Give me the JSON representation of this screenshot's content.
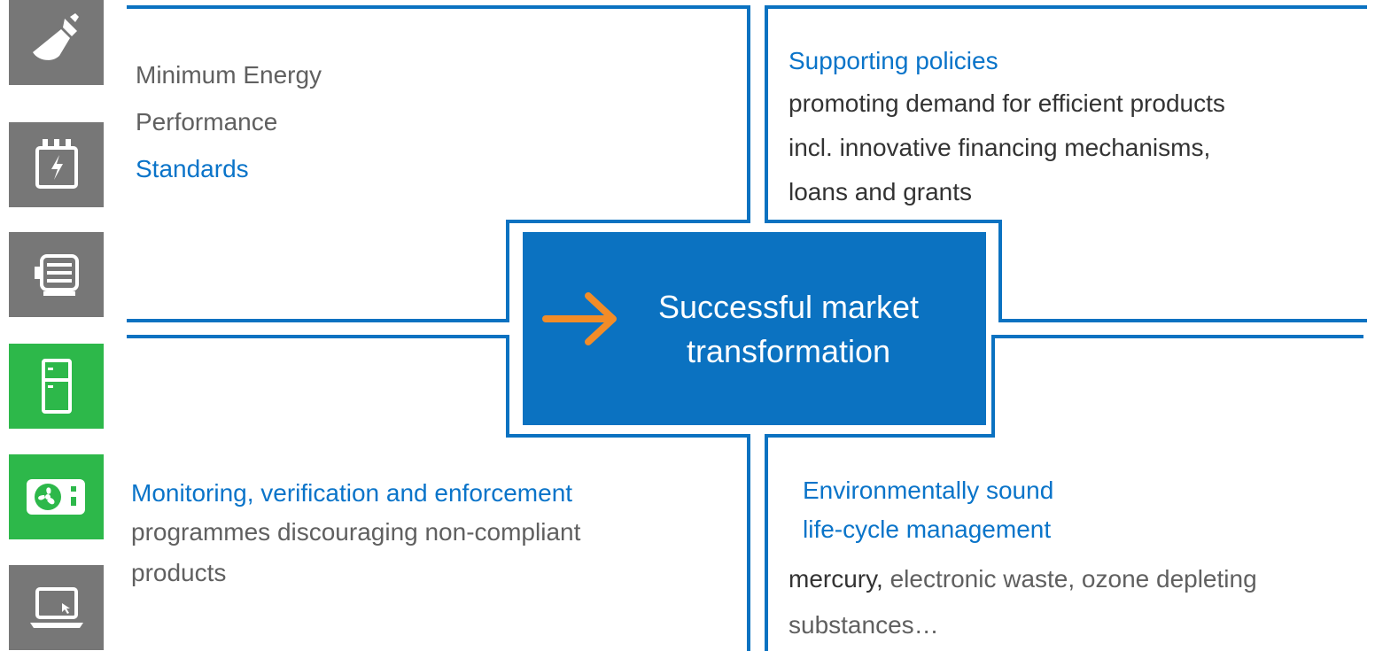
{
  "icons": [
    {
      "name": "lamp-icon",
      "style": "gray"
    },
    {
      "name": "transformer-icon",
      "style": "gray"
    },
    {
      "name": "motor-icon",
      "style": "gray"
    },
    {
      "name": "refrigerator-icon",
      "style": "green"
    },
    {
      "name": "air-conditioner-icon",
      "style": "green"
    },
    {
      "name": "laptop-icon",
      "style": "gray"
    }
  ],
  "top_left": {
    "line1": "Minimum Energy",
    "line2": "Performance",
    "highlight": "Standards"
  },
  "top_right": {
    "heading": "Supporting policies",
    "line1": "promoting demand for efficient products",
    "line2": "incl. innovative financing mechanisms,",
    "line3": "loans and grants"
  },
  "center": {
    "line1": "Successful market",
    "line2": "transformation"
  },
  "bottom_left": {
    "heading": "Monitoring, verification and enforcement",
    "line1": "programmes discouraging  non-compliant",
    "line2": "products"
  },
  "bottom_right": {
    "heading1": "Environmentally sound",
    "heading2": "life-cycle management",
    "line1_dark": "mercury,",
    "line1_rest": " electronic waste, ozone depleting",
    "line2": "substances…"
  },
  "colors": {
    "blue": "#0b72c1",
    "orange": "#f28c28",
    "icon_gray": "#777777",
    "icon_green": "#2db84a"
  }
}
